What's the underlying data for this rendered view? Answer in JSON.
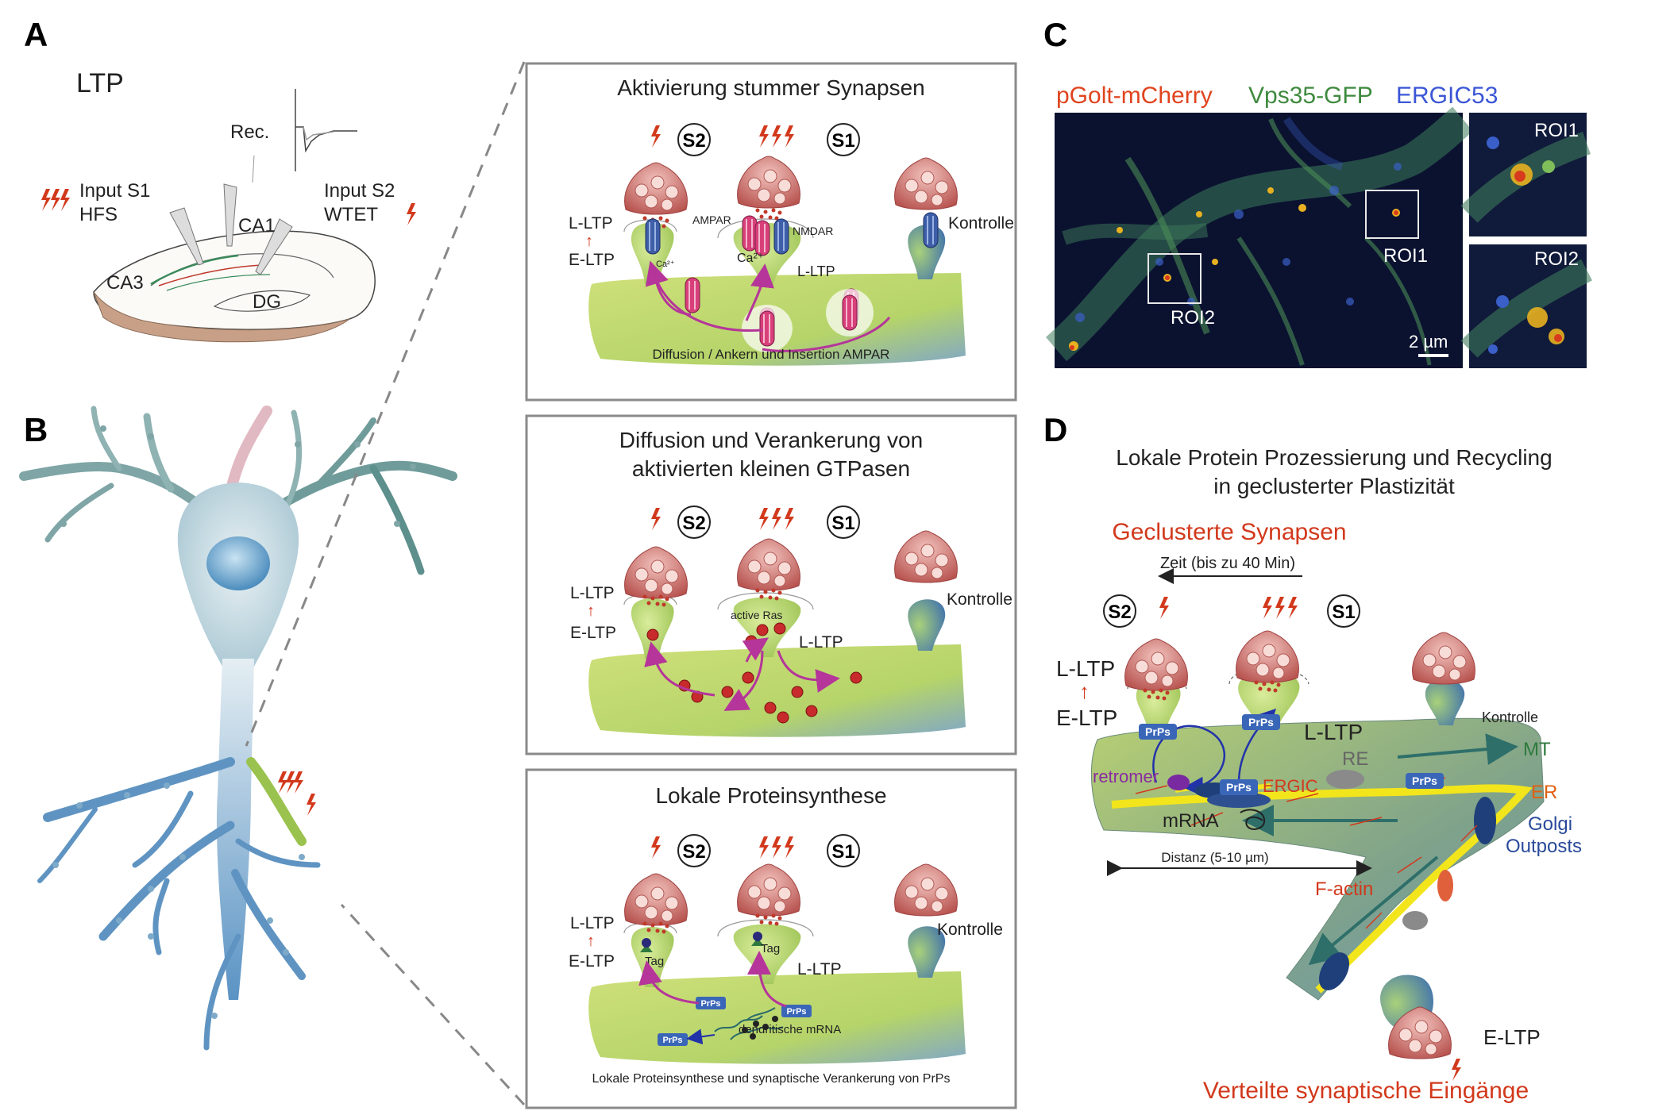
{
  "panel_a": {
    "letter": "A",
    "title": "LTP",
    "rec": "Rec.",
    "input_s1": "Input S1",
    "hfs": "HFS",
    "input_s2": "Input S2",
    "wtet": "WTET",
    "ca1": "CA1",
    "ca3": "CA3",
    "dg": "DG"
  },
  "panel_b": {
    "letter": "B"
  },
  "boxes": [
    {
      "title_line1": "Aktivierung stummer Synapsen",
      "title_line2": "",
      "s2": "S2",
      "s1": "S1",
      "l_ltp": "L-LTP",
      "e_ltp": "E-LTP",
      "l_ltp2": "L-LTP",
      "control": "Kontrolle",
      "ampar": "AMPAR",
      "nmdar": "NMDAR",
      "ca_a": "Ca²⁺",
      "ca_b": "Ca²⁺",
      "caption": "Diffusion / Ankern und Insertion AMPAR"
    },
    {
      "title_line1": "Diffusion und Verankerung von",
      "title_line2": "aktivierten kleinen GTPasen",
      "s2": "S2",
      "s1": "S1",
      "l_ltp": "L-LTP",
      "e_ltp": "E-LTP",
      "l_ltp2": "L-LTP",
      "control": "Kontrolle",
      "active_ras": "active Ras"
    },
    {
      "title_line1": "Lokale Proteinsynthese",
      "title_line2": "",
      "s2": "S2",
      "s1": "S1",
      "l_ltp": "L-LTP",
      "e_ltp": "E-LTP",
      "l_ltp2": "L-LTP",
      "control": "Kontrolle",
      "tag_a": "Tag",
      "tag_b": "Tag",
      "prps": "PrPs",
      "mrna": "dendritische mRNA",
      "caption": "Lokale Proteinsynthese und synaptische Verankerung von PrPs"
    }
  ],
  "panel_c": {
    "letter": "C",
    "ch_red": "pGolt-mCherry",
    "ch_green": "Vps35-GFP",
    "ch_blue": "ERGIC53",
    "roi1": "ROI1",
    "roi2": "ROI2",
    "scale": "2 µm"
  },
  "panel_d": {
    "letter": "D",
    "title_line1": "Lokale Protein Prozessierung und Recycling",
    "title_line2": "in geclusterter Plastizität",
    "clustered": "Geclusterte Synapsen",
    "time": "Zeit (bis zu 40 Min)",
    "s2": "S2",
    "s1": "S1",
    "l_ltp": "L-LTP",
    "e_ltp": "E-LTP",
    "l_ltp2": "L-LTP",
    "control": "Kontrolle",
    "prps": "PrPs",
    "retromer": "retromer",
    "ergic": "ERGIC",
    "mrna": "mRNA",
    "re": "RE",
    "mt": "MT",
    "er": "ER",
    "golgi": "Golgi",
    "outposts": "Outposts",
    "factin": "F-actin",
    "distance": "Distanz (5-10 µm)",
    "e_ltp_bottom": "E-LTP",
    "distributed": "Verteilte synaptische Eingänge"
  },
  "colors": {
    "accent_red": "#d2391c",
    "dendrite_green": "#b9d66a",
    "spine_pink": "#c85a5a",
    "prps_blue": "#3a66b8",
    "er_yellow": "#f2e51c",
    "mt_teal": "#2f6f6a"
  }
}
